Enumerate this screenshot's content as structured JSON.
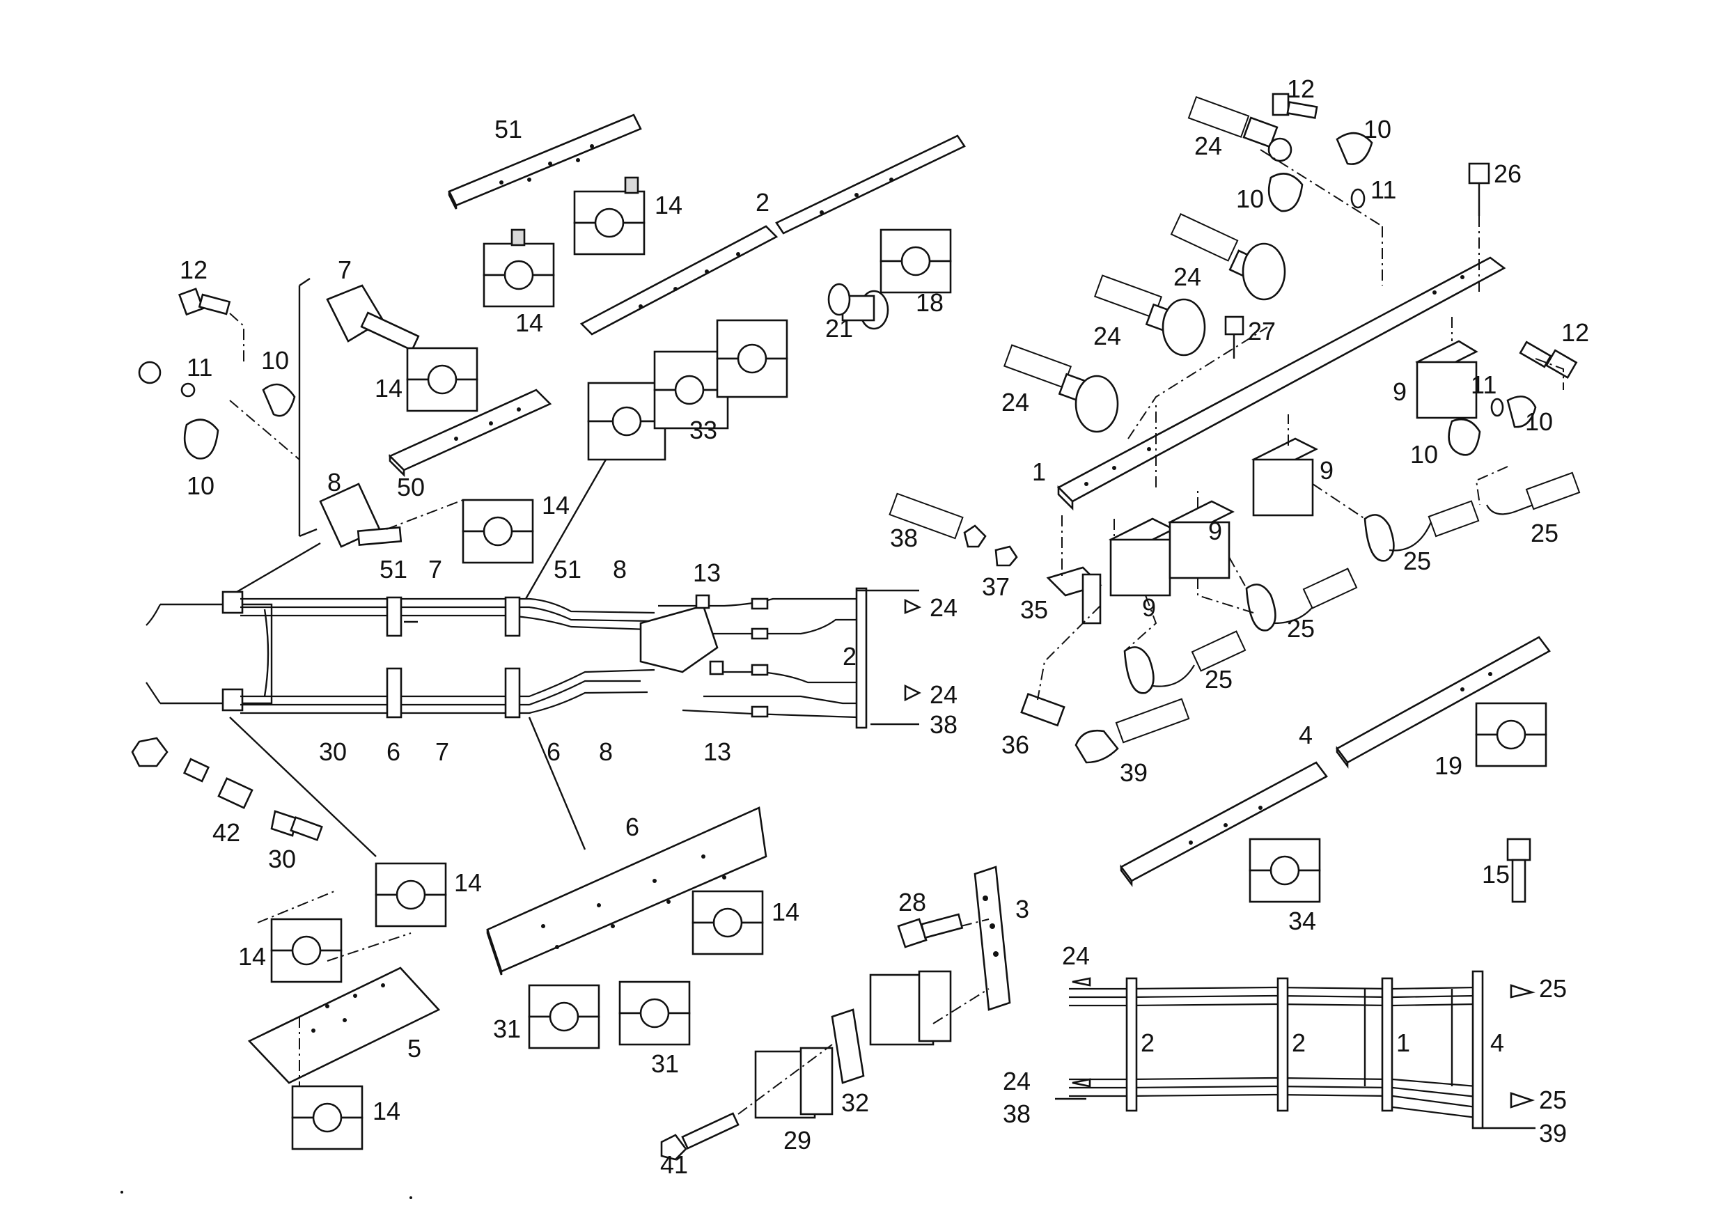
{
  "groups": {
    "top_clamps": {
      "labels": [
        "51",
        "14",
        "14",
        "2",
        "18",
        "21",
        "33"
      ]
    },
    "left_fitting": {
      "labels": [
        "12",
        "7",
        "10",
        "11",
        "10",
        "14",
        "8",
        "50",
        "14"
      ]
    },
    "main_assembly": {
      "labels": [
        "51",
        "7",
        "51",
        "8",
        "13",
        "24",
        "2",
        "24",
        "38",
        "30",
        "6",
        "7",
        "6",
        "8",
        "13"
      ]
    },
    "lower_left": {
      "labels": [
        "42",
        "30",
        "14",
        "14",
        "5",
        "14"
      ]
    },
    "lower_center": {
      "labels": [
        "6",
        "14",
        "31",
        "31",
        "28",
        "3",
        "32",
        "29",
        "41"
      ]
    },
    "right_block": {
      "labels": [
        "12",
        "10",
        "24",
        "10",
        "11",
        "26",
        "24",
        "24",
        "27",
        "24",
        "12",
        "9",
        "11",
        "10",
        "10",
        "1",
        "9",
        "38",
        "37",
        "9",
        "25",
        "35",
        "9",
        "25",
        "25",
        "25",
        "36",
        "39"
      ]
    },
    "right_bars": {
      "labels": [
        "4",
        "19",
        "34",
        "15"
      ]
    },
    "lower_right": {
      "labels": [
        "24",
        "25",
        "2",
        "2",
        "1",
        "4",
        "24",
        "38",
        "25",
        "39"
      ]
    }
  }
}
